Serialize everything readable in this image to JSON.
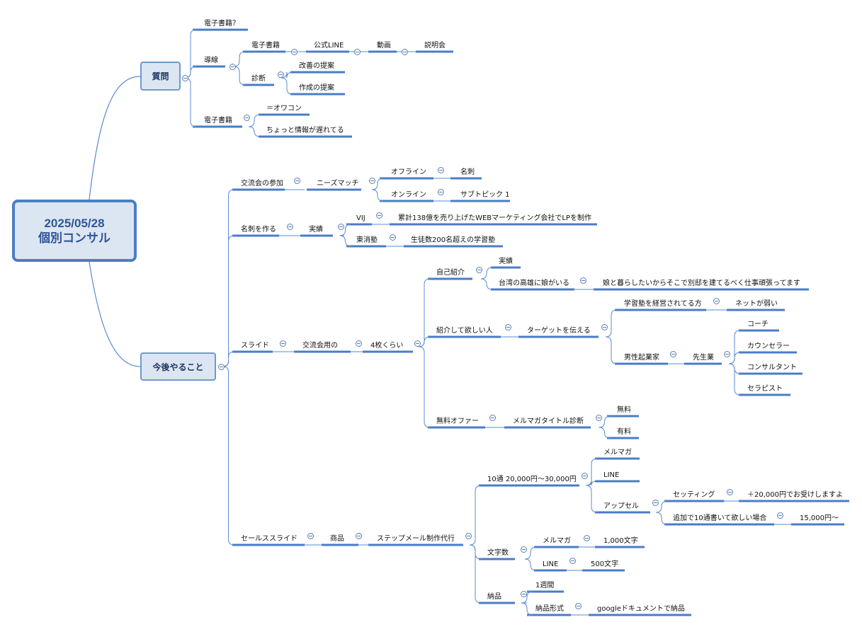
{
  "root": {
    "line1": "2025/05/28",
    "line2": "個別コンサル"
  },
  "branches": {
    "shitsumon": "質問",
    "kongo": "今後やること"
  },
  "q": {
    "ebook_q": "電子書籍？",
    "dosen": "導線",
    "d_ebook": "電子書籍",
    "d_line": "公式LINE",
    "d_video": "動画",
    "d_setsumeikai": "説明会",
    "shindan": "診断",
    "kaizen": "改善の提案",
    "sakusei": "作成の提案",
    "ebook2": "電子書籍",
    "owakon": "＝オワコン",
    "okureteru": "ちょっと情報が遅れてる"
  },
  "k": {
    "koryukai": "交流会の参加",
    "needs": "ニーズマッチ",
    "offline": "オフライン",
    "meishi": "名刺",
    "online": "オンライン",
    "subtopic": "サブトピック 1",
    "meishi_tsukuru": "名刺を作る",
    "jisseki": "実績",
    "vij": "VIJ",
    "vij_detail": "累計138億を売り上げたWEBマーケティング会社でLPを制作",
    "toshojuku": "東消塾",
    "toshojuku_detail": "生徒数200名超えの学習塾",
    "slide": "スライド",
    "koryukaiyou": "交流会用の",
    "yonmai": "4枚くらい",
    "jiko": "自己紹介",
    "jiko_jisseki": "実績",
    "taiwan": "台湾の高雄に娘がいる",
    "taiwan_detail": "娘と暮らしたいからそこで別邸を建てるべく仕事頑張ってます",
    "shokai": "紹介して欲しい人",
    "target": "ターゲットを伝える",
    "gakushu": "学習塾を経営されてる方",
    "net": "ネットが弱い",
    "dansei": "男性起業家",
    "sensei": "先生業",
    "coach": "コーチ",
    "counselor": "カウンセラー",
    "consultant": "コンサルタント",
    "therapist": "セラピスト",
    "muryo_offer": "無料オファー",
    "merumaga_shindan": "メルマガタイトル診断",
    "muryo": "無料",
    "yuryo": "有料",
    "sales_slide": "セールススライド",
    "shohin": "商品",
    "step": "ステップメール制作代行",
    "price10": "10通 20,000円〜30,000円",
    "merumaga": "メルマガ",
    "line": "LINE",
    "upsell": "アップセル",
    "setting": "セッティング",
    "setting_price": "＋20,000円でお受けしますよ",
    "tsuika": "追加で10通書いて欲しい場合",
    "tsuika_price": "15,000円〜",
    "mojisu": "文字数",
    "mj_merumaga": "メルマガ",
    "mj_merumaga_v": "1,000文字",
    "mj_line": "LINE",
    "mj_line_v": "500文字",
    "nohin": "納品",
    "isshukan": "1週間",
    "nohin_keishiki": "納品形式",
    "google": "googleドキュメントで納品"
  },
  "colors": {
    "line": "#5b8bcf",
    "underline": "#4a7cc7",
    "root_border": "#4b7fc1",
    "node_fill": "#dce6f2"
  }
}
